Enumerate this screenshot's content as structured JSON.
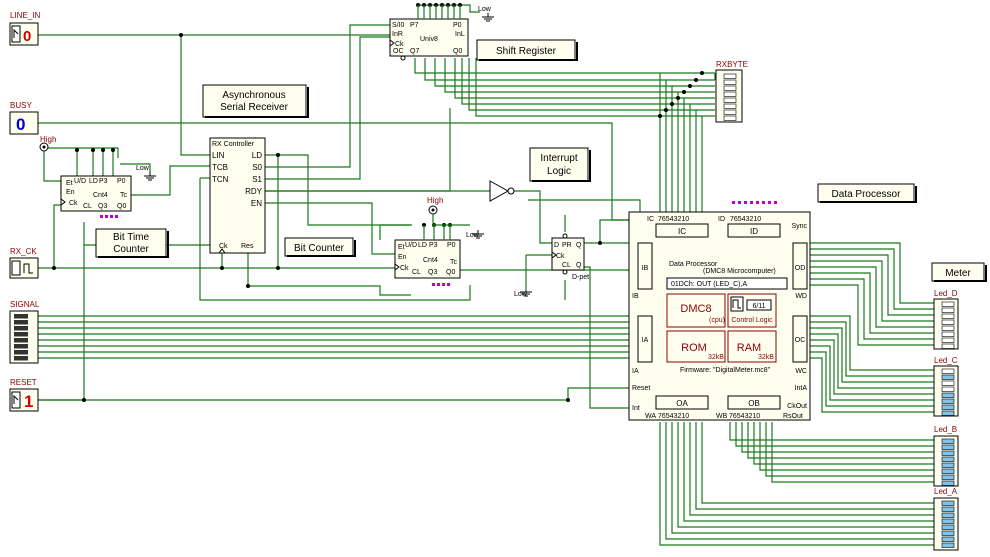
{
  "colors": {
    "wire": "#1a7a1a",
    "component": "#000000",
    "block_fill": "#fffff0",
    "note_fill": "#fffff0",
    "label_red": "#8b0000",
    "pin_magenta": "#c000c0",
    "led_on": "#7fc4e8",
    "display_red": "#cc0000",
    "io_blue": "#0000cc"
  },
  "io": {
    "line_in": "LINE_IN",
    "busy": "BUSY",
    "rx_ck": "RX_CK",
    "signal": "SIGNAL",
    "reset": "RESET",
    "line_in_digit": "0",
    "busy_digit": "0",
    "reset_digit": "1"
  },
  "notes": {
    "shift_register": "Shift Register",
    "async_line1": "Asynchronous",
    "async_line2": "Serial Receiver",
    "bit_time_line1": "Bit Time",
    "bit_time_line2": "Counter",
    "bit_counter": "Bit Counter",
    "interrupt_line1": "Interrupt",
    "interrupt_line2": "Logic",
    "data_processor": "Data Processor",
    "meter": "Meter"
  },
  "univ8": {
    "name": "Univ8",
    "sio": "S/I0",
    "p7": "P7",
    "p0": "P0",
    "inr": "InR",
    "inl": "InL",
    "ck": "Ck",
    "oc": "OC",
    "q7": "Q7",
    "q0": "Q0",
    "low": "Low"
  },
  "rxbyte": "RXBYTE",
  "rx_controller": {
    "title": "RX Controller",
    "inputs": [
      "LIN",
      "TCB",
      "TCN"
    ],
    "outputs": [
      "LD",
      "S0",
      "S1",
      "RDY",
      "EN"
    ],
    "ck": "Ck",
    "res": "Res"
  },
  "counter_bt": {
    "name": "Cnt4",
    "et": "Et",
    "en": "En",
    "ck": "Ck",
    "ud": "U/D",
    "ld": "LD",
    "p3": "P3",
    "p0": "P0",
    "tc": "Tc",
    "cl": "CL",
    "q3": "Q3",
    "q0": "Q0",
    "high": "High",
    "low": "Low"
  },
  "counter_bc": {
    "name": "Cnt4",
    "et": "Et",
    "en": "En",
    "ck": "Ck",
    "ud": "U/D",
    "ld": "LD",
    "p3": "P3",
    "p0": "P0",
    "tc": "Tc",
    "cl": "CL",
    "q3": "Q3",
    "q0": "Q0",
    "high": "High",
    "low": "Low"
  },
  "dff": {
    "d": "D",
    "pr": "PR",
    "q": "Q",
    "ck": "Ck",
    "cl": "CL",
    "qn": "Q",
    "name": "D-pet",
    "low": "Low"
  },
  "processor": {
    "bits": "76543210",
    "port_ic": "IC",
    "port_id": "ID",
    "port_ib": "IB",
    "port_ia": "IA",
    "port_od": "OD",
    "port_oc": "OC",
    "port_oa": "OA",
    "port_ob": "OB",
    "strobe_ic": "IC",
    "strobe_id": "ID",
    "strobe_ib": "IB",
    "strobe_ia": "IA",
    "strobe_wd": "WD",
    "strobe_wc": "WC",
    "strobe_wa": "WA",
    "strobe_wb": "WB",
    "sync": "Sync",
    "reset": "Reset",
    "int": "Int",
    "inta": "IntA",
    "ckout": "CkOut",
    "rsout": "RsOut",
    "title": "Data Processor",
    "subtitle": "(DMC8 Microcomputer)",
    "instr": "01DCh:  OUT  (LED_C),A",
    "cpu_name": "DMC8",
    "cpu_sub": "(cpu)",
    "step": "6/11",
    "control": "Control Logic",
    "rom": "ROM",
    "rom_size": "32kB",
    "ram": "RAM",
    "ram_size": "32kB",
    "firmware": "Firmware: \"DigitalMeter.mc8\""
  },
  "leds": {
    "d": "Led_D",
    "c": "Led_C",
    "b": "Led_B",
    "a": "Led_A"
  },
  "led_states": {
    "d": [
      0,
      0,
      0,
      0,
      0,
      0,
      0,
      0
    ],
    "c": [
      0,
      1,
      0,
      0,
      1,
      1,
      1,
      1
    ],
    "b": [
      1,
      1,
      1,
      1,
      1,
      1,
      1,
      1
    ],
    "a": [
      1,
      1,
      1,
      1,
      1,
      1,
      1,
      1
    ]
  },
  "signal_switch": [
    0,
    0,
    0,
    0,
    0,
    0,
    0,
    0
  ]
}
